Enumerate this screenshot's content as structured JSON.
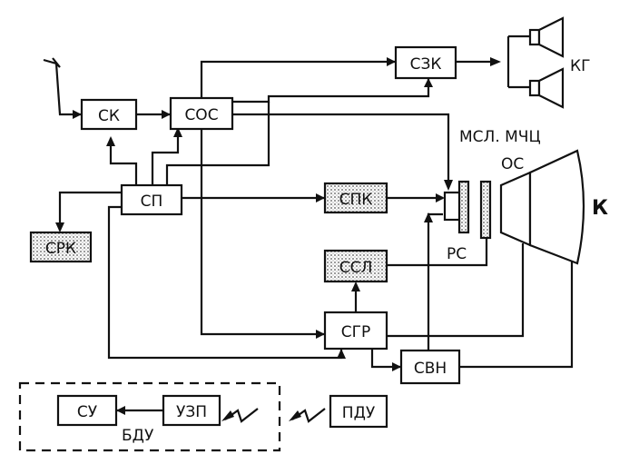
{
  "blocks": {
    "sk": "СК",
    "sos": "СОС",
    "szk": "СЗК",
    "sp": "СП",
    "spk": "СПК",
    "srk": "СРК",
    "ssl": "ССЛ",
    "sgr": "СГР",
    "svn": "СВН",
    "su": "СУ",
    "uzp": "УЗП",
    "pdu": "ПДУ"
  },
  "labels": {
    "kg": "КГ",
    "msl_mchc": "МСЛ. МЧЦ",
    "os": "ОС",
    "rs": "РС",
    "k": "К",
    "bdu": "БДУ"
  }
}
